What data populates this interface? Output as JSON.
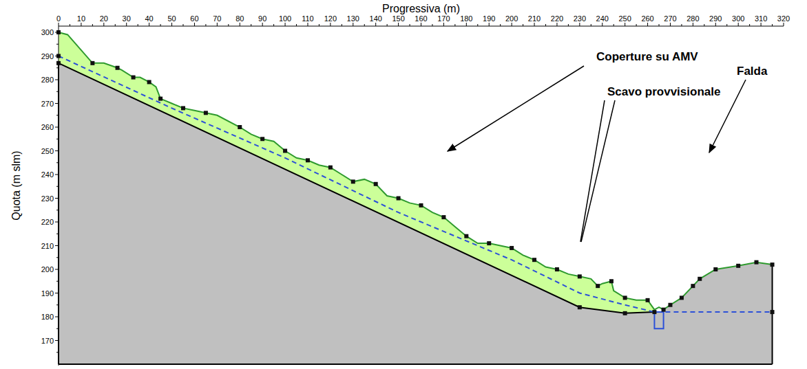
{
  "diagram": {
    "labels": [
      "Progressiva (m)",
      "0",
      "10",
      "20",
      "30",
      "40",
      "50",
      "60",
      "70",
      "80",
      "90",
      "100",
      "110",
      "120",
      "130",
      "140",
      "150",
      "160",
      "170",
      "180",
      "190",
      "200",
      "210",
      "220",
      "230",
      "240",
      "250",
      "260",
      "270",
      "280",
      "290",
      "300",
      "310",
      "320",
      "300",
      "290",
      "280",
      "270",
      "260",
      "250",
      "240",
      "230",
      "220",
      "210",
      "200",
      "190",
      "180",
      "170",
      "Quota (m slm)",
      "Coperture su AMV",
      "Scavo provvisionale",
      "Falda"
    ]
  }
}
